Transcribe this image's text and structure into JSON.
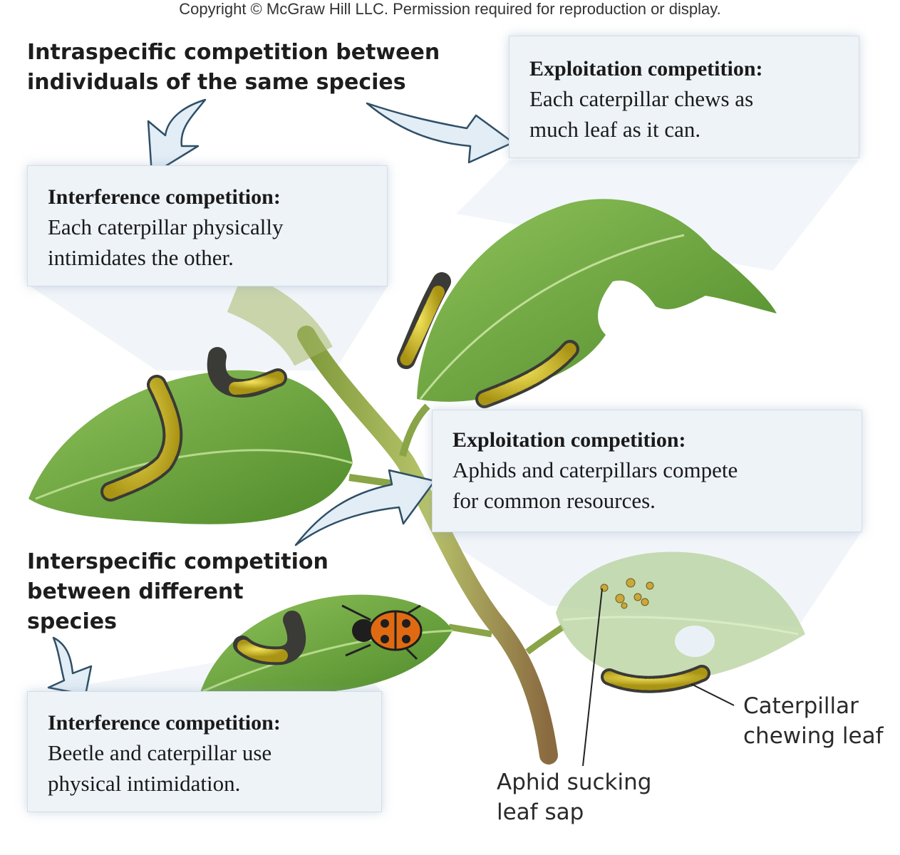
{
  "copyright": "Copyright © McGraw Hill LLC. Permission required for reproduction or display.",
  "headings": {
    "intraspecific": "Intraspecific competition between\nindividuals of the same species",
    "interspecific": "Interspecific competition\nbetween different\nspecies"
  },
  "boxes": {
    "exploitation_top": {
      "title": "Exploitation competition:",
      "text": "Each caterpillar chews as\nmuch leaf as it can."
    },
    "interference_top": {
      "title": "Interference competition:",
      "text": "Each caterpillar physically\nintimidates the other."
    },
    "exploitation_mid": {
      "title": "Exploitation competition:",
      "text": "Aphids and caterpillars compete\nfor common resources."
    },
    "interference_bottom": {
      "title": "Interference competition:",
      "text": "Beetle and caterpillar use\nphysical intimidation."
    }
  },
  "labels": {
    "caterpillar": "Caterpillar\nchewing leaf",
    "aphid": "Aphid sucking\nleaf sap"
  },
  "colors": {
    "leaf": "#6ea83c",
    "stem": "#9fb45a",
    "box_bg": "#eef3f8",
    "arrow_fill": "#e3edf6",
    "arrow_stroke": "#2f4f66",
    "caterpillar_yellow": "#d9c22a",
    "beetle_orange": "#e06a12"
  }
}
